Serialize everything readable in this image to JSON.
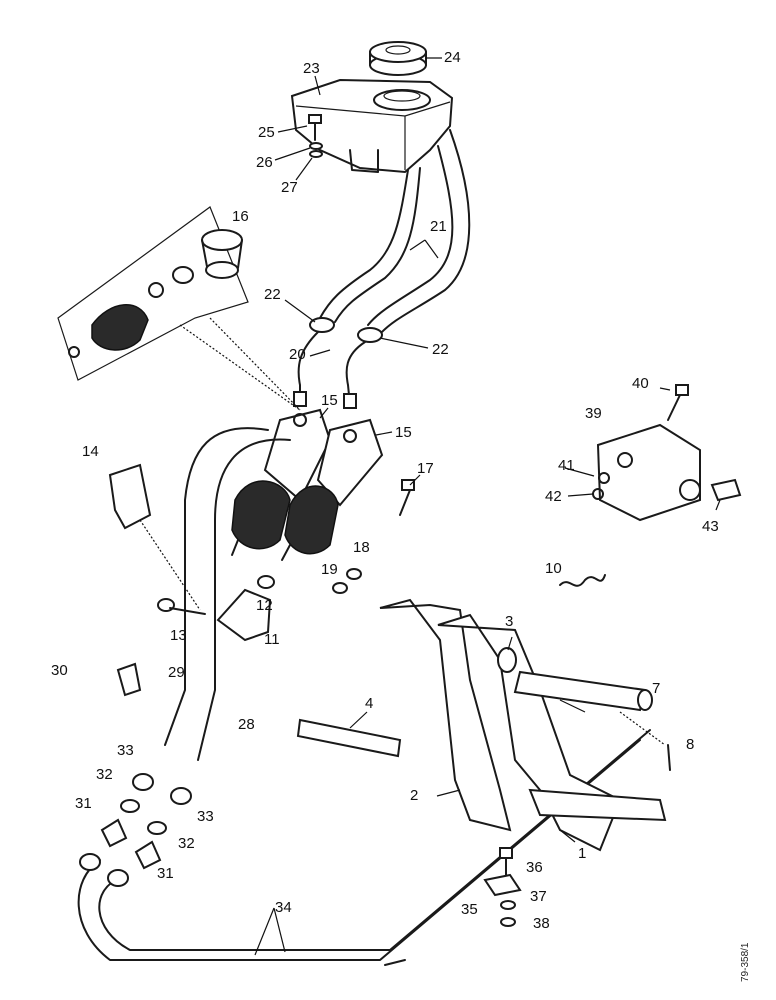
{
  "diagram": {
    "reference_code": "79-358/1",
    "callouts": {
      "c1": "1",
      "c2": "2",
      "c3": "3",
      "c4": "4",
      "c7": "7",
      "c8": "8",
      "c10": "10",
      "c11": "11",
      "c12": "12",
      "c13": "13",
      "c14": "14",
      "c15a": "15",
      "c15b": "15",
      "c16": "16",
      "c17": "17",
      "c18": "18",
      "c19": "19",
      "c20": "20",
      "c21": "21",
      "c22a": "22",
      "c22b": "22",
      "c23": "23",
      "c24": "24",
      "c25": "25",
      "c26": "26",
      "c27": "27",
      "c28": "28",
      "c29": "29",
      "c30": "30",
      "c31a": "31",
      "c31b": "31",
      "c32a": "32",
      "c32b": "32",
      "c33a": "33",
      "c33b": "33",
      "c34": "34",
      "c35": "35",
      "c36": "36",
      "c37": "37",
      "c38": "38",
      "c39": "39",
      "c40": "40",
      "c41": "41",
      "c42": "42",
      "c43": "43"
    }
  }
}
